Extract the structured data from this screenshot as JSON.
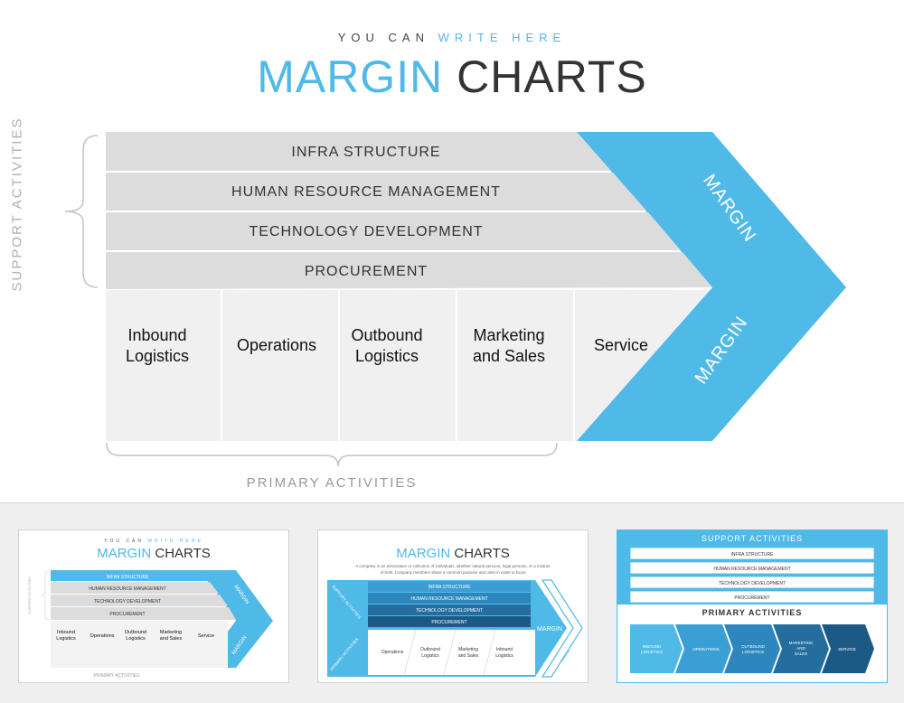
{
  "header": {
    "subtitle_plain": "YOU CAN",
    "subtitle_accent": "WRITE HERE",
    "title_accent": "MARGIN",
    "title_plain": "CHARTS"
  },
  "support": {
    "label": "SUPPORT ACTIVITIES",
    "rows": [
      "INFRA STRUCTURE",
      "HUMAN RESOURCE MANAGEMENT",
      "TECHNOLOGY DEVELOPMENT",
      "PROCUREMENT"
    ]
  },
  "primary": {
    "label": "PRIMARY ACTIVITIES",
    "items": [
      {
        "l1": "Inbound",
        "l2": "Logistics"
      },
      {
        "l1": "Operations",
        "l2": ""
      },
      {
        "l1": "Outbound",
        "l2": "Logistics"
      },
      {
        "l1": "Marketing",
        "l2": "and Sales"
      },
      {
        "l1": "Service",
        "l2": ""
      }
    ]
  },
  "margin": {
    "upper": "MARGIN",
    "lower": "MARGIN"
  },
  "colors": {
    "accent": "#4fb9e8",
    "gray_row": "#dcdcdc",
    "gray_cell": "#f0f0f0",
    "text_dark": "#333333",
    "navy": "#1c5a86"
  },
  "thumbs": {
    "t1": {
      "subtitle_plain": "YOU CAN",
      "subtitle_accent": "WRITE HERE",
      "title_accent": "MARGIN",
      "title_plain": "CHARTS",
      "support_label": "SUPPORT ACTIVITIES",
      "primary_label": "PRIMARY ACTIVITIES",
      "rows": [
        "INFRA STRUCTURE",
        "HUMAN RESOURCE MANAGEMENT",
        "TECHNOLOGY DEVELOPMENT",
        "PROCUREMENT"
      ],
      "items": [
        {
          "l1": "Inbound",
          "l2": "Logistics"
        },
        {
          "l1": "Operations",
          "l2": ""
        },
        {
          "l1": "Outbound",
          "l2": "Logistics"
        },
        {
          "l1": "Marketing",
          "l2": "and Sales"
        },
        {
          "l1": "Service",
          "l2": ""
        }
      ],
      "margin_upper": "MARGIN",
      "margin_lower": "MARGIN"
    },
    "t2": {
      "title_accent": "MARGIN",
      "title_plain": "CHARTS",
      "description": "A company is an association or collection of individuals, whether natural persons, legal persons, or a mixture of both. Company members share a common purpose and unite in order to focus",
      "rows": [
        "INFRA STRUCTURE",
        "HUMAN RESOURCE MANAGEMENT",
        "TECHNOLOGY DEVELOPMENT",
        "PROCUREMENT"
      ],
      "items": [
        {
          "l1": "Operations",
          "l2": ""
        },
        {
          "l1": "Outbound",
          "l2": "Logistics"
        },
        {
          "l1": "Marketing",
          "l2": "and Sales"
        },
        {
          "l1": "Inbound",
          "l2": "Logistics"
        }
      ],
      "support_label": "SUPPORT ACTIVITIES",
      "primary_label": "PRIMARY ACTIVITIES",
      "margin": "MARGIN",
      "margin_small": "MARGIN"
    },
    "t3": {
      "support_head": "SUPPORT ACTIVITIES",
      "rows": [
        "INFRA STRUCTURE",
        "HUMAN RESOURCE MANAGEMENT",
        "TECHNOLOGY DEVELOPMENT",
        "PROCUREMENT"
      ],
      "primary_head": "PRIMARY ACTIVITIES",
      "items": [
        {
          "l1": "INBOUND",
          "l2": "LOGISTICS",
          "l3": ""
        },
        {
          "l1": "OPERATIONS",
          "l2": "",
          "l3": ""
        },
        {
          "l1": "OUTBOUND",
          "l2": "LOGISTICS",
          "l3": ""
        },
        {
          "l1": "MARKETING",
          "l2": "AND",
          "l3": "SALES"
        },
        {
          "l1": "SERVICE",
          "l2": "",
          "l3": ""
        }
      ],
      "chevron_colors": [
        "#4fb9e8",
        "#3a9fd4",
        "#2d86bd",
        "#236d9f",
        "#1c5a86"
      ]
    }
  }
}
